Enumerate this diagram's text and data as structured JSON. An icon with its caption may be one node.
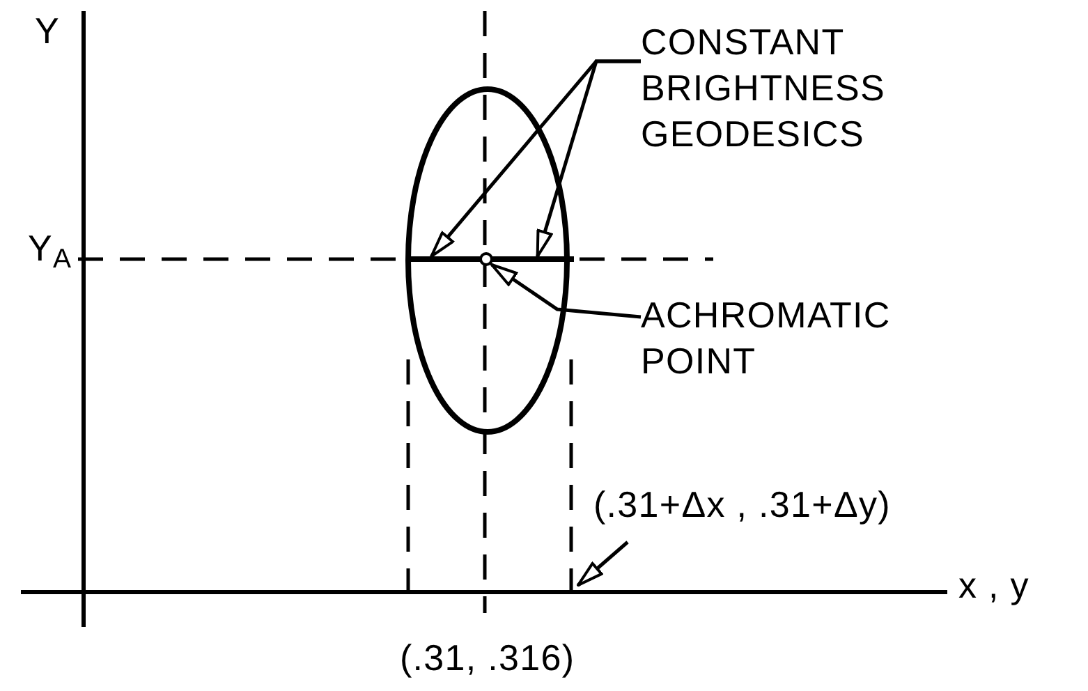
{
  "diagram": {
    "nodes": [
      {
        "text": [
          "CONSTANT BRIGHTNESS GEODESICS"
        ]
      },
      {
        "text": [],
        "shape": "line"
      },
      {
        "text": [
          "ACHROMATIC POINT"
        ]
      },
      {
        "text": [],
        "shape": "circle"
      },
      {
        "text": [
          "(.31+Δx , .31+Δy)"
        ]
      }
    ],
    "edges": [
      {
        "from": 0,
        "to": 1,
        "arrow": "to"
      },
      {
        "from": 0,
        "to": 1,
        "arrow": "to"
      },
      {
        "from": 2,
        "to": 3,
        "arrow": "to"
      },
      {
        "from": 4,
        "to": null,
        "arrow": "to"
      }
    ],
    "labels": [
      "Y",
      "Y$_{A}$",
      "x , y",
      "(.31, .316)"
    ]
  }
}
